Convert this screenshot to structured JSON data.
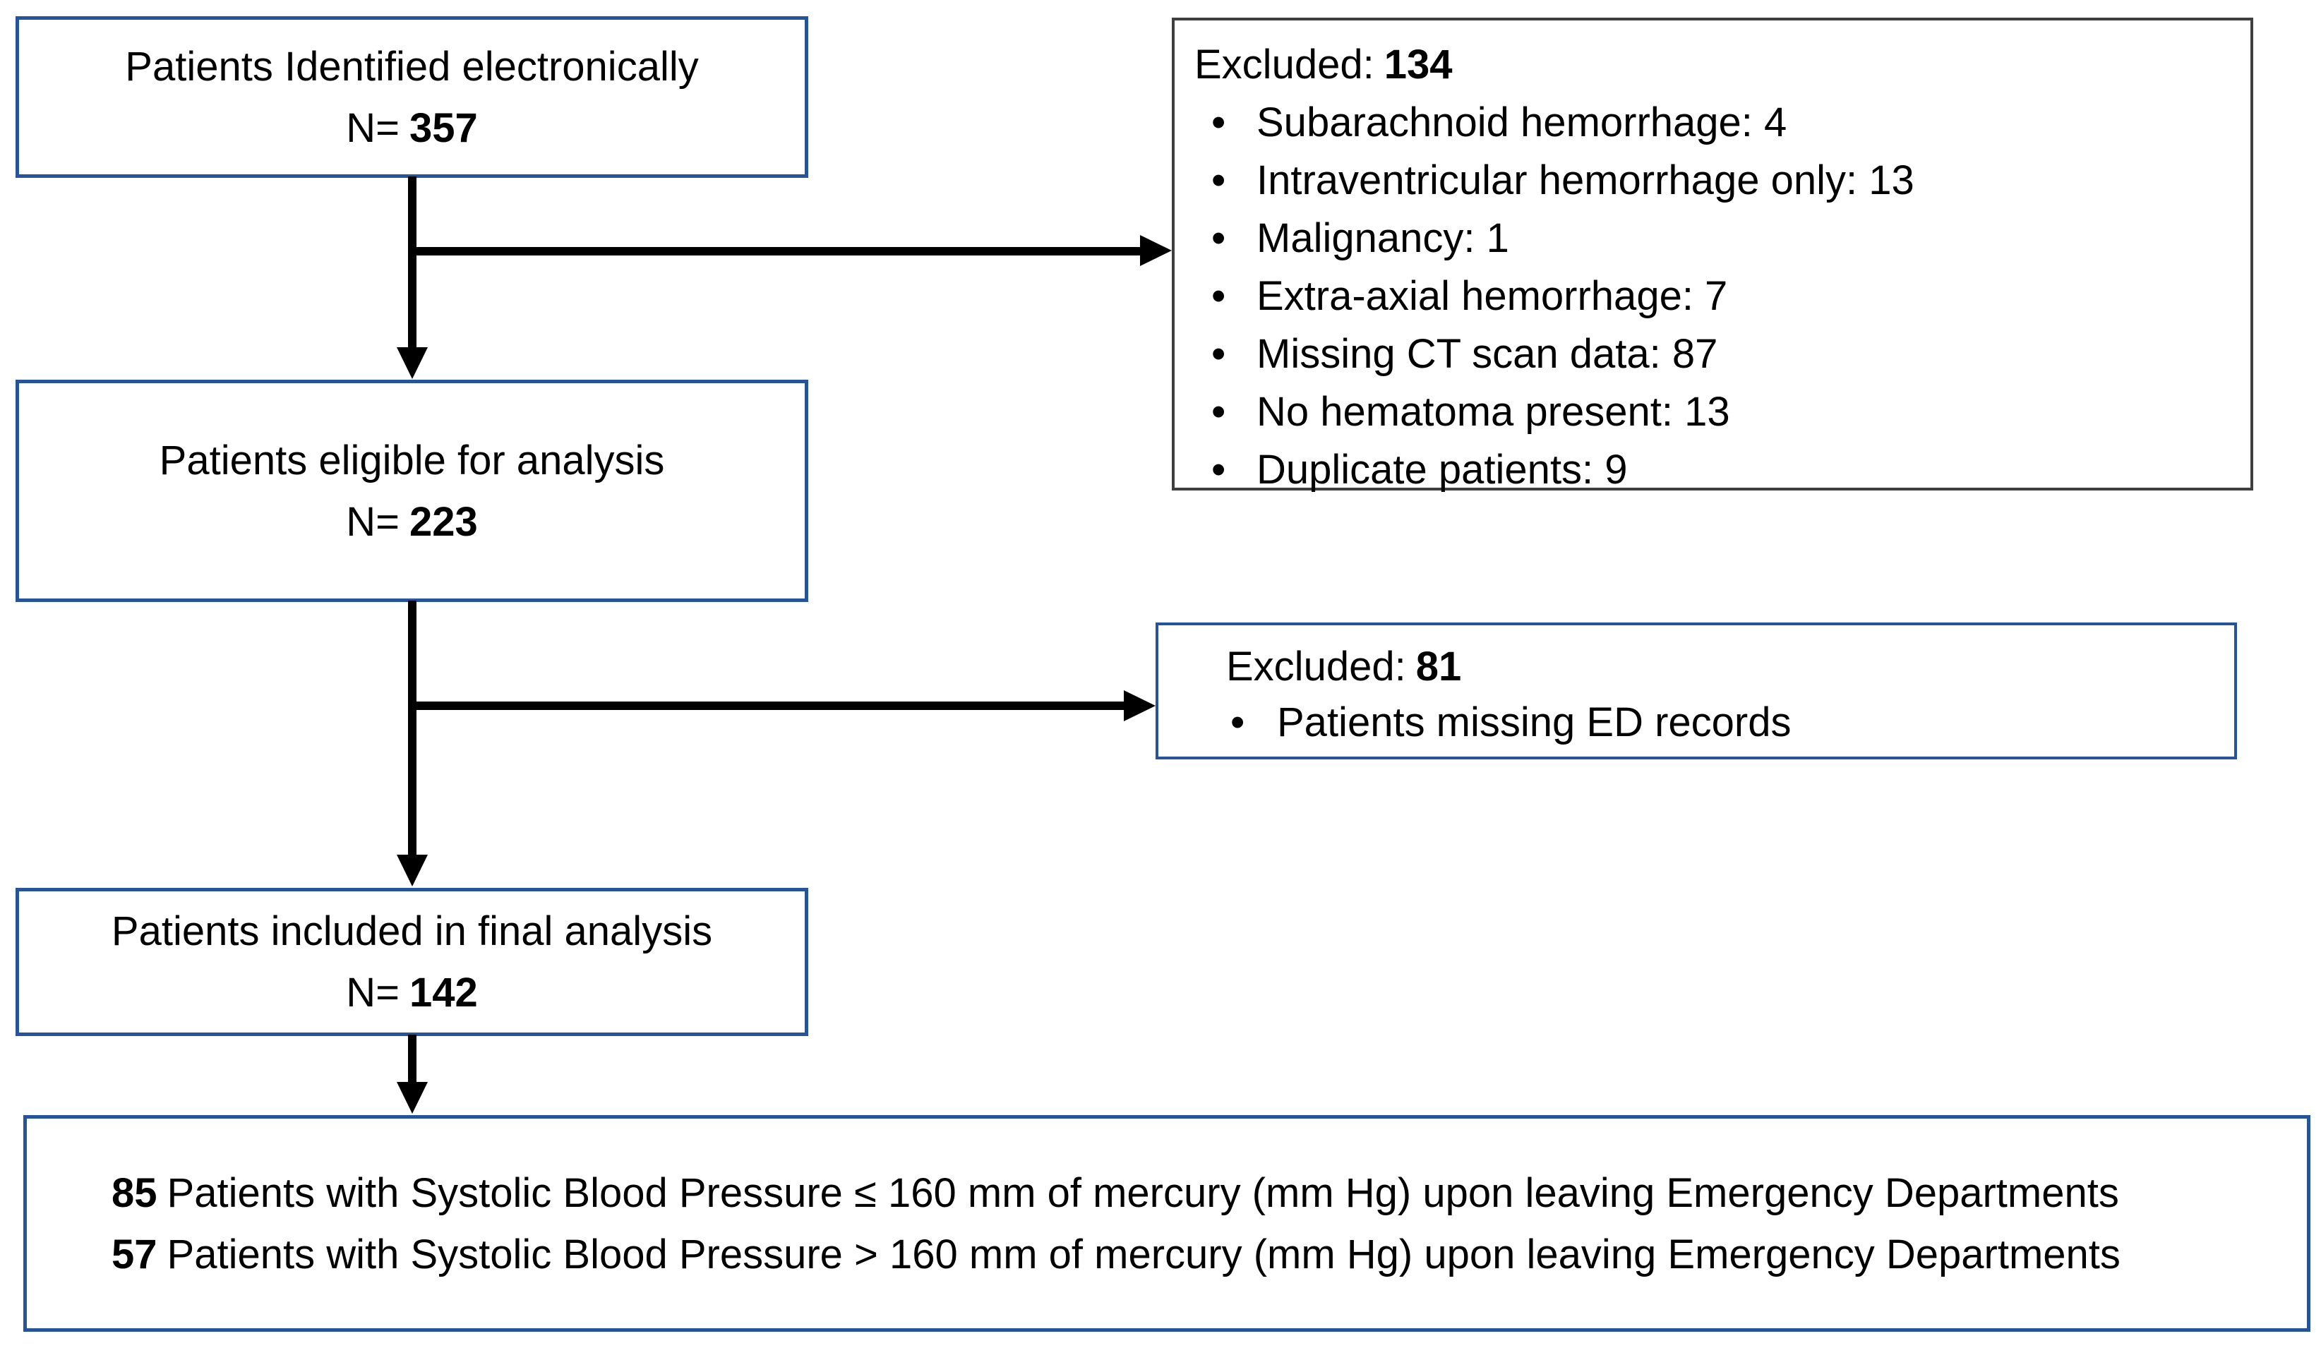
{
  "colors": {
    "background": "#FFFFFF",
    "flow_box_border": "#26549C",
    "exclusion_box_border_dark": "#3F3F3F",
    "arrow": "#000000",
    "text": "#000000"
  },
  "flow_boxes": {
    "identified": {
      "label": "Patients Identified electronically",
      "n_prefix": "N=",
      "n_value": "357"
    },
    "eligible": {
      "label": "Patients eligible for analysis",
      "n_prefix": "N=",
      "n_value": "223"
    },
    "final": {
      "label": "Patients included in final analysis",
      "n_prefix": "N=",
      "n_value": "142"
    }
  },
  "exclusions": {
    "first": {
      "title_label": "Excluded:",
      "title_count": "134",
      "items": [
        "Subarachnoid hemorrhage: 4",
        "Intraventricular hemorrhage only: 13",
        "Malignancy: 1",
        "Extra-axial hemorrhage: 7",
        "Missing CT scan data: 87",
        "No hematoma present: 13",
        "Duplicate patients: 9"
      ]
    },
    "second": {
      "title_label": "Excluded:",
      "title_count": "81",
      "items": [
        "Patients missing ED records"
      ]
    }
  },
  "outcome": {
    "lines": [
      {
        "count": "85",
        "text": "Patients with Systolic Blood Pressure ≤ 160 mm of mercury (mm Hg) upon leaving Emergency Departments"
      },
      {
        "count": "57",
        "text": "Patients with Systolic Blood Pressure > 160 mm of mercury (mm Hg) upon leaving Emergency Departments"
      }
    ]
  }
}
